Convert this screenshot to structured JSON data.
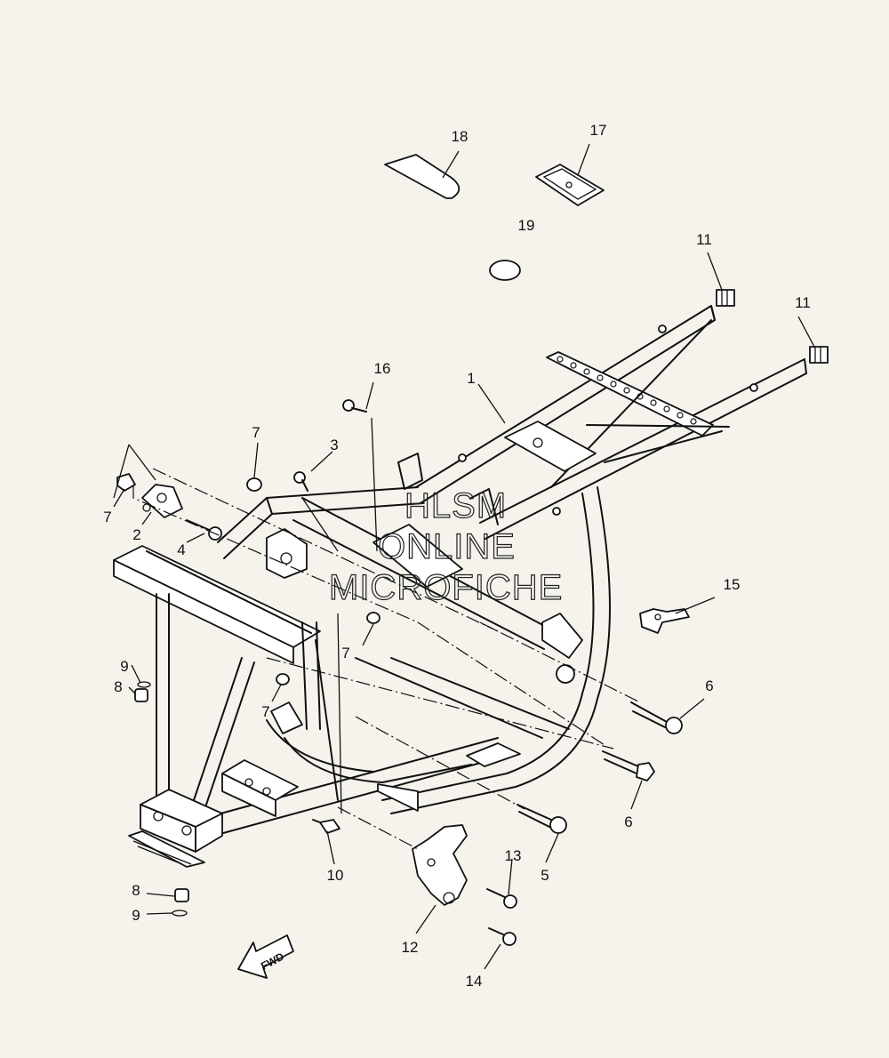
{
  "callouts": [
    {
      "num": "1"
    },
    {
      "num": "2"
    },
    {
      "num": "3"
    },
    {
      "num": "4"
    },
    {
      "num": "5"
    },
    {
      "num": "6"
    },
    {
      "num": "6"
    },
    {
      "num": "7"
    },
    {
      "num": "7"
    },
    {
      "num": "7"
    },
    {
      "num": "7"
    },
    {
      "num": "8"
    },
    {
      "num": "8"
    },
    {
      "num": "9"
    },
    {
      "num": "9"
    },
    {
      "num": "10"
    },
    {
      "num": "11"
    },
    {
      "num": "11"
    },
    {
      "num": "12"
    },
    {
      "num": "13"
    },
    {
      "num": "14"
    },
    {
      "num": "15"
    },
    {
      "num": "16"
    },
    {
      "num": "17"
    },
    {
      "num": "18"
    },
    {
      "num": "19"
    }
  ],
  "watermark": {
    "line1": "HLSM",
    "line2": "ONLINE",
    "line3": "MICROFICHE"
  },
  "fwd_label": "FWD"
}
